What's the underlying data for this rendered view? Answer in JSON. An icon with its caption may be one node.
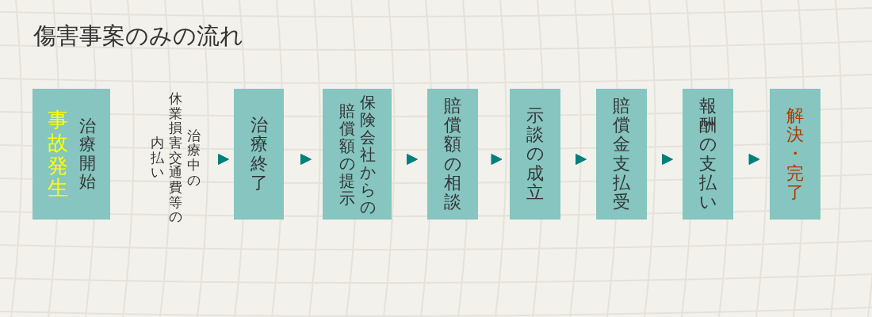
{
  "diagram": {
    "title": "傷害事案のみの流れ",
    "nodes": [
      {
        "text": [
          "事故発生",
          "治療開始"
        ]
      },
      {
        "text": [
          "治療中の休業損害交通費等の内払い"
        ]
      },
      {
        "text": [
          "治療終了"
        ]
      },
      {
        "text": [
          "保険会社からの賠償額の提示"
        ]
      },
      {
        "text": [
          "賠償額の相談"
        ]
      },
      {
        "text": [
          "示談の成立"
        ]
      },
      {
        "text": [
          "賠償金支払受"
        ]
      },
      {
        "text": [
          "報酬の支払い"
        ]
      },
      {
        "text": [
          "解決・完了"
        ]
      }
    ],
    "edges": [
      {
        "from": 1,
        "to": 2,
        "arrow": "to"
      },
      {
        "from": 2,
        "to": 3,
        "arrow": "to"
      },
      {
        "from": 3,
        "to": 4,
        "arrow": "to"
      },
      {
        "from": 4,
        "to": 5,
        "arrow": "to"
      },
      {
        "from": 5,
        "to": 6,
        "arrow": "to"
      },
      {
        "from": 6,
        "to": 7,
        "arrow": "to"
      },
      {
        "from": 7,
        "to": 8,
        "arrow": "to"
      }
    ]
  }
}
